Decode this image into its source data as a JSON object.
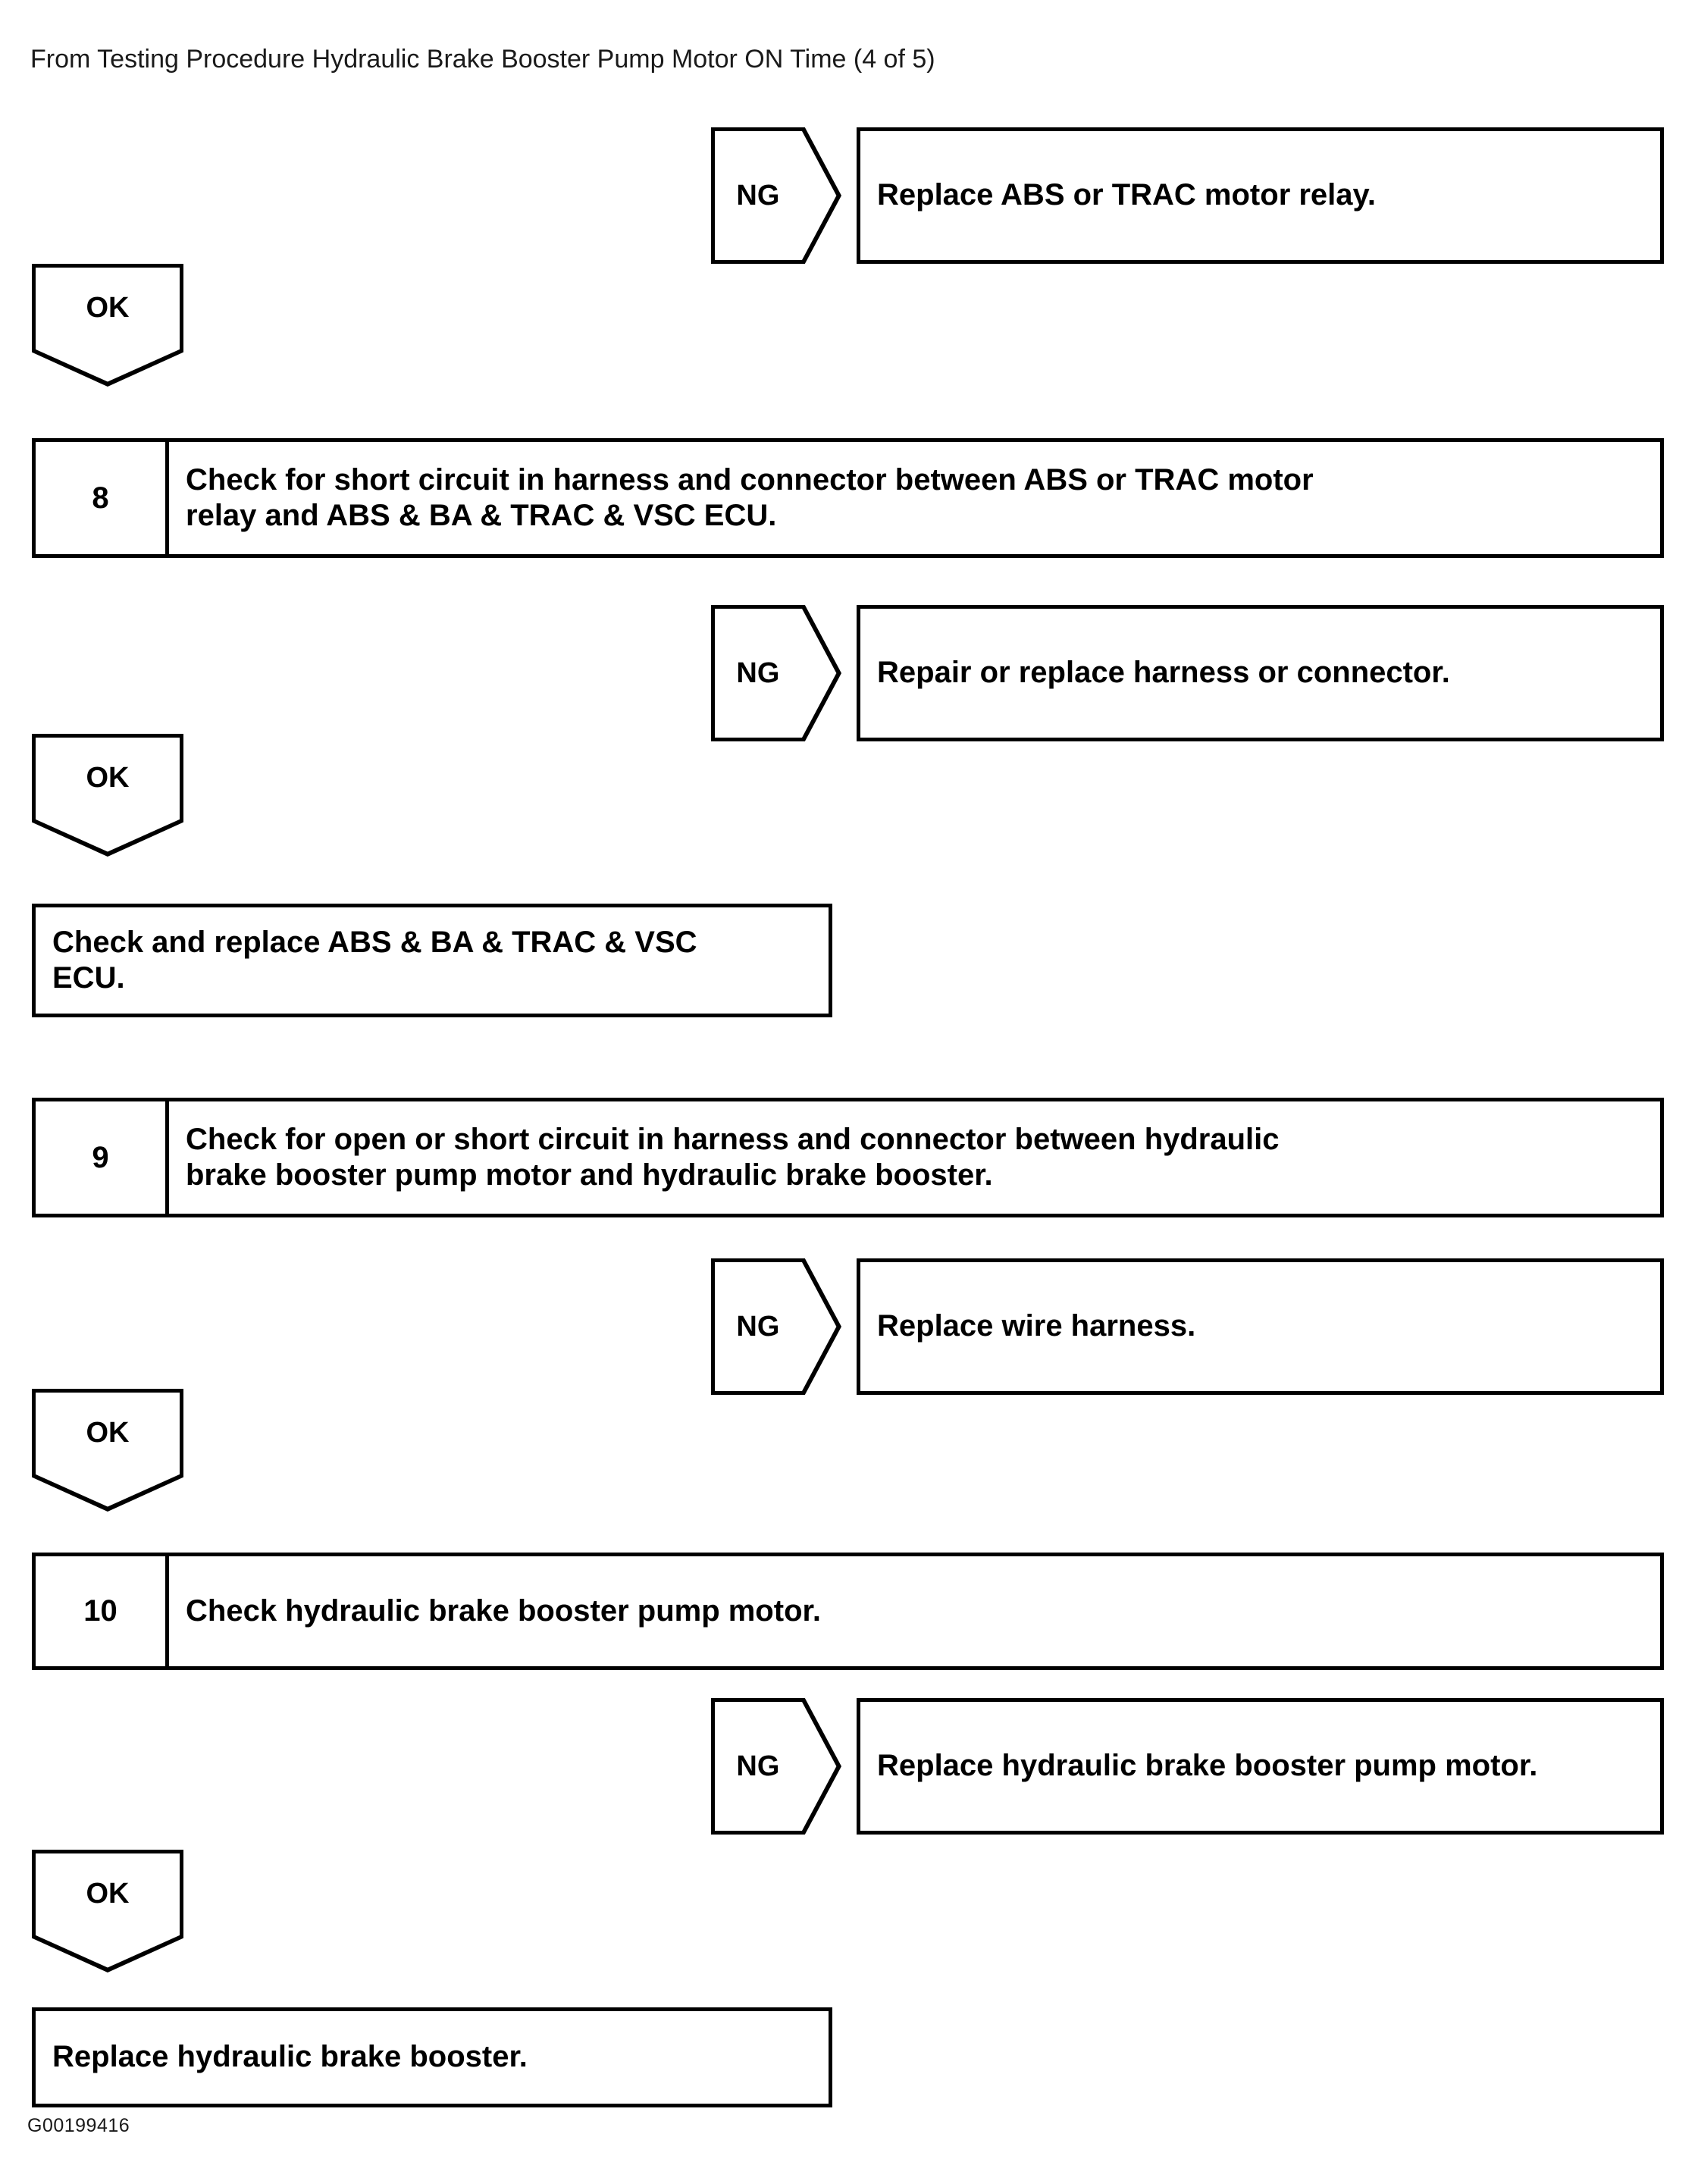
{
  "header": {
    "text": "From Testing Procedure Hydraulic Brake Booster Pump Motor ON Time (4 of 5)"
  },
  "footer": {
    "code": "G00199416"
  },
  "labels": {
    "ng": "NG",
    "ok": "OK"
  },
  "nodes": {
    "ng_result_1": "Replace ABS or TRAC motor relay.",
    "ok_1": "OK",
    "step_8_number": "8",
    "step_8_line1": "Check for short circuit in harness and connector between ABS or TRAC motor",
    "step_8_line2": "relay and ABS & BA & TRAC & VSC ECU.",
    "ng_result_2": "Repair or replace harness or connector.",
    "ok_2": "OK",
    "action_1_line1": "Check and replace ABS & BA & TRAC & VSC",
    "action_1_line2": "ECU.",
    "step_9_number": "9",
    "step_9_line1": "Check for open or short circuit in harness and connector between hydraulic",
    "step_9_line2": "brake booster pump motor and hydraulic brake booster.",
    "ng_result_3": "Replace wire harness.",
    "ok_3": "OK",
    "step_10_number": "10",
    "step_10_line1": "Check hydraulic brake booster pump motor.",
    "ng_result_4": "Replace hydraulic brake booster pump motor.",
    "ok_4": "OK",
    "action_2_line1": "Replace hydraulic brake booster."
  },
  "colors": {
    "ink": "#000000",
    "paper": "#ffffff"
  }
}
